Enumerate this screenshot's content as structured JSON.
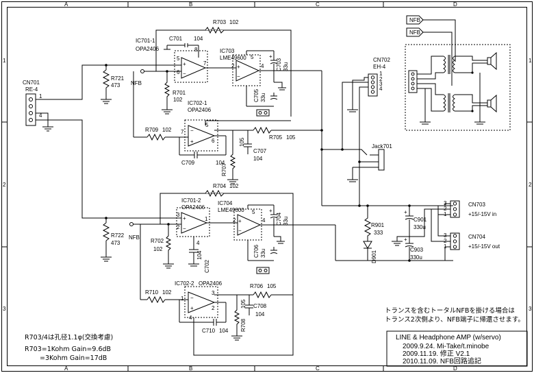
{
  "frame": {
    "cols": [
      "A",
      "B",
      "C",
      "D"
    ],
    "rows": [
      "1",
      "2",
      "3"
    ]
  },
  "refs": {
    "cn701": "CN701",
    "cn701_type": "RE-4",
    "cn701_p1": "1",
    "cn701_p4": "4",
    "r721": "R721",
    "r721_v": "473",
    "r722": "R722",
    "r722_v": "473",
    "nfb1": "NFB",
    "nfb2": "NFB",
    "ic701_1": "IC701-1",
    "ic701_1_p": "OPA2406",
    "ic701_2": "IC701-2",
    "ic701_2_p": "OPA2406",
    "ic702_1": "IC702-1",
    "ic702_1_p": "OPA2406",
    "ic702_2": "IC702-2",
    "ic702_2_p": "OPA2406",
    "ic703": "IC703",
    "ic703_p": "LME49600",
    "ic704": "IC704",
    "ic704_p": "LME49600",
    "r703": "R703",
    "r703_v": "102",
    "r704": "R704",
    "r704_v": "102",
    "r701": "R701",
    "r701_v": "102",
    "r702": "R702",
    "r702_v": "102",
    "r705": "R705",
    "r705_v": "105",
    "r706": "R706",
    "r706_v": "105",
    "r707": "R707",
    "r707_v": "105",
    "r708": "R708",
    "r708_v": "105",
    "r709": "R709",
    "r709_v": "102",
    "r710": "R710",
    "r710_v": "102",
    "c701": "C701",
    "c701_v": "104",
    "c702": "C702",
    "c702_v": "104",
    "c703": "C703",
    "c703_v": "33u",
    "c704": "C704",
    "c704_v": "33u",
    "c705": "C705",
    "c705_v": "33u",
    "c706": "C706",
    "c706_v": "33u",
    "c707": "C707",
    "c707_v": "104",
    "c708": "C708",
    "c708_v": "104",
    "c709": "C709",
    "c709_v": "104",
    "c710": "C710",
    "c710_v": "104",
    "cn702": "CN702",
    "cn702_type": "EH-4",
    "jack701": "Jack701",
    "r901": "R901",
    "r901_v": "333",
    "d901": "D901",
    "c901": "C901",
    "c901_v": "330u",
    "c903": "C903",
    "c903_v": "330u",
    "cn703": "CN703",
    "cn703_desc": "+15/-15V in",
    "cn704": "CN704",
    "cn704_desc": "+15/-15V out",
    "nfb_tag1": "NFB",
    "nfb_tag2": "NFB"
  },
  "pins": {
    "p1": "1",
    "p2": "2",
    "p3": "3",
    "p4": "4",
    "p5": "5",
    "p6": "6",
    "p7": "7",
    "p8": "8"
  },
  "notes": {
    "nfb_line1": "トランスを含むトータルNFBを掛ける場合は",
    "nfb_line2": "トランス2次側より、NFB端子に帰還させます。",
    "r703_note": "R703/4は孔径1.1φ(交換考慮)",
    "gain1": "R703=1Kohm Gain=9.6dB",
    "gain2": "=3Kohm Gain=17dB"
  },
  "title_block": {
    "title": "LINE & Headphone AMP (w/servo)",
    "rev1": "2009.9.24.  Mi-Take/t.minobe",
    "rev2": "2009.11.19. 修正 V2.1",
    "rev3": "2010.11.09.  NFB回路追記"
  }
}
